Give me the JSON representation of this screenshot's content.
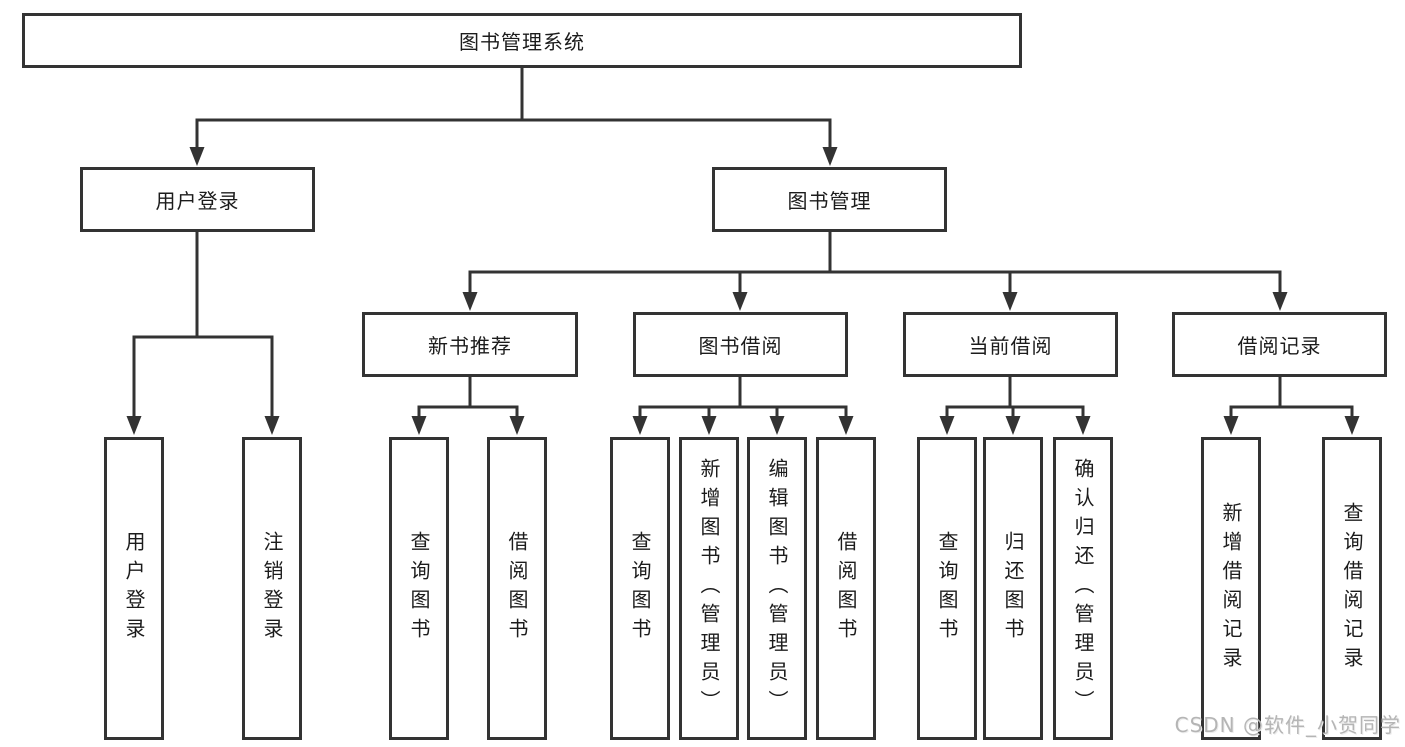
{
  "diagram": {
    "title": "图书管理系统",
    "watermark": "CSDN @软件_小贺同学",
    "colors": {
      "line": "#333333",
      "text": "#1c1c1c",
      "background": "#ffffff",
      "watermark": "#b5b5b5"
    },
    "tree": {
      "label": "图书管理系统",
      "children": [
        {
          "label": "用户登录",
          "children": [
            {
              "label": "用户登录"
            },
            {
              "label": "注销登录"
            }
          ]
        },
        {
          "label": "图书管理",
          "children": [
            {
              "label": "新书推荐",
              "children": [
                {
                  "label": "查询图书"
                },
                {
                  "label": "借阅图书"
                }
              ]
            },
            {
              "label": "图书借阅",
              "children": [
                {
                  "label": "查询图书"
                },
                {
                  "label": "新增图书（管理员）"
                },
                {
                  "label": "编辑图书（管理员）"
                },
                {
                  "label": "借阅图书"
                }
              ]
            },
            {
              "label": "当前借阅",
              "children": [
                {
                  "label": "查询图书"
                },
                {
                  "label": "归还图书"
                },
                {
                  "label": "确认归还（管理员）"
                }
              ]
            },
            {
              "label": "借阅记录",
              "children": [
                {
                  "label": "新增借阅记录"
                },
                {
                  "label": "查询借阅记录"
                }
              ]
            }
          ]
        }
      ]
    }
  }
}
